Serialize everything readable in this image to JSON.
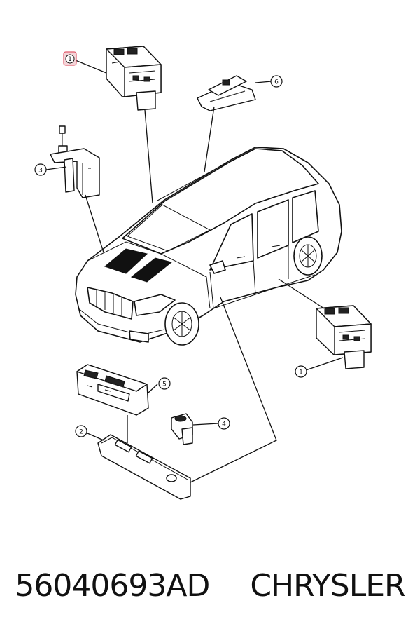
{
  "callouts": {
    "c1_top": "1",
    "c1_right": "1",
    "c2": "2",
    "c3": "3",
    "c4": "4",
    "c5": "5",
    "c6": "6"
  },
  "caption": {
    "part_number": "56040693AD",
    "brand": "CHRYSLER"
  },
  "colors": {
    "highlight": "#e05a6b",
    "line": "#111111"
  }
}
